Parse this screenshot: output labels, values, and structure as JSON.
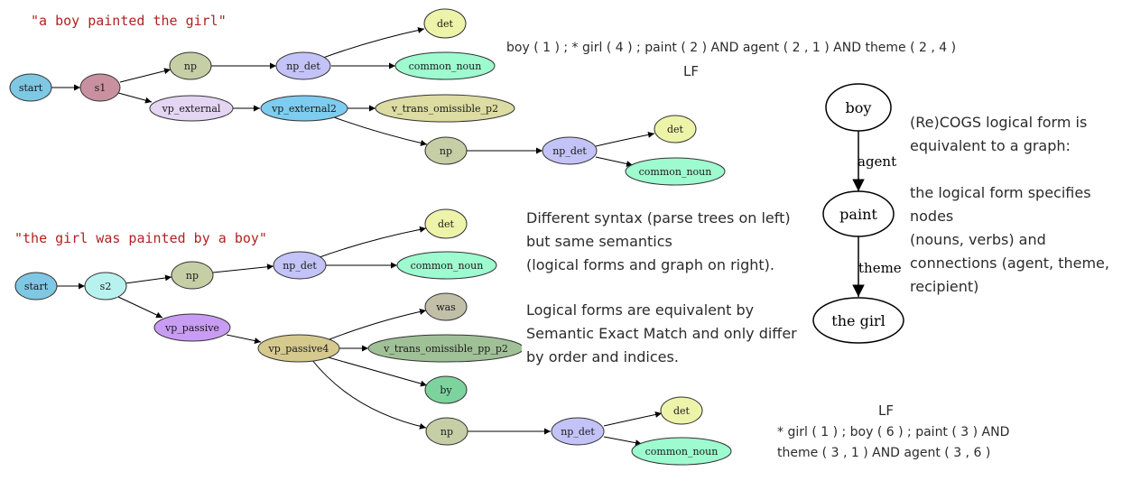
{
  "tree1": {
    "sentence": "\"a boy painted the girl\"",
    "nodes": {
      "start": {
        "label": "start",
        "color": "#7ec8e3"
      },
      "s1": {
        "label": "s1",
        "color": "#c9919f"
      },
      "np": {
        "label": "np",
        "color": "#c6cea6"
      },
      "np_det": {
        "label": "np_det",
        "color": "#c3c3f7"
      },
      "det": {
        "label": "det",
        "color": "#eef3aa"
      },
      "common_noun": {
        "label": "common_noun",
        "color": "#9dfbcf"
      },
      "vp_external": {
        "label": "vp_external",
        "color": "#e4d5f3"
      },
      "vp_external2": {
        "label": "vp_external2",
        "color": "#7ecdf0"
      },
      "v_trans_omissible_p2": {
        "label": "v_trans_omissible_p2",
        "color": "#dcdca3"
      },
      "np2": {
        "label": "np",
        "color": "#c6cea6"
      },
      "np_det2": {
        "label": "np_det",
        "color": "#c3c3f7"
      },
      "det2": {
        "label": "det",
        "color": "#eef3aa"
      },
      "common_noun2": {
        "label": "common_noun",
        "color": "#9dfbcf"
      }
    }
  },
  "tree2": {
    "sentence": "\"the girl was painted by a boy\"",
    "nodes": {
      "start": {
        "label": "start",
        "color": "#7ec8e3"
      },
      "s2": {
        "label": "s2",
        "color": "#b8f2ef"
      },
      "np": {
        "label": "np",
        "color": "#c6cea6"
      },
      "np_det": {
        "label": "np_det",
        "color": "#c3c3f7"
      },
      "det": {
        "label": "det",
        "color": "#eef3aa"
      },
      "common_noun": {
        "label": "common_noun",
        "color": "#9dfbcf"
      },
      "vp_passive": {
        "label": "vp_passive",
        "color": "#c99cf3"
      },
      "vp_passive4": {
        "label": "vp_passive4",
        "color": "#d5c98e"
      },
      "was": {
        "label": "was",
        "color": "#c1bfa8"
      },
      "v_trans_omissible_pp_p2": {
        "label": "v_trans_omissible_pp_p2",
        "color": "#a0c197"
      },
      "by": {
        "label": "by",
        "color": "#7dd39e"
      },
      "np2": {
        "label": "np",
        "color": "#c6cea6"
      },
      "np_det2": {
        "label": "np_det",
        "color": "#c3c3f7"
      },
      "det2": {
        "label": "det",
        "color": "#eef3aa"
      },
      "common_noun2": {
        "label": "common_noun",
        "color": "#9dfbcf"
      }
    }
  },
  "lf1": {
    "text": "boy ( 1 ) ; * girl ( 4 ) ; paint ( 2 ) AND agent ( 2 , 1 ) AND theme ( 2 , 4 )",
    "title": "LF"
  },
  "lf2": {
    "title": "LF",
    "line1": "* girl ( 1 ) ; boy ( 6 ) ; paint ( 3 ) AND",
    "line2": "theme ( 3 , 1 ) AND agent ( 3 , 6 )"
  },
  "middle_notes": {
    "p1_l1": "Different syntax (parse trees on left)",
    "p1_l2": "but same semantics",
    "p1_l3": "(logical forms and graph on right).",
    "p2_l1": "Logical forms are equivalent by",
    "p2_l2": "Semantic Exact Match and only differ",
    "p2_l3": "by order and indices."
  },
  "graph": {
    "node_boy": "boy",
    "node_paint": "paint",
    "node_girl": "the girl",
    "edge_agent": "agent",
    "edge_theme": "theme"
  },
  "graph_notes": {
    "l1": "(Re)COGS logical form is",
    "l2": "equivalent to a graph:",
    "l3": "the logical form specifies",
    "l4": "nodes",
    "l5": "(nouns, verbs) and",
    "l6": "connections (agent, theme,",
    "l7": "recipient)"
  }
}
